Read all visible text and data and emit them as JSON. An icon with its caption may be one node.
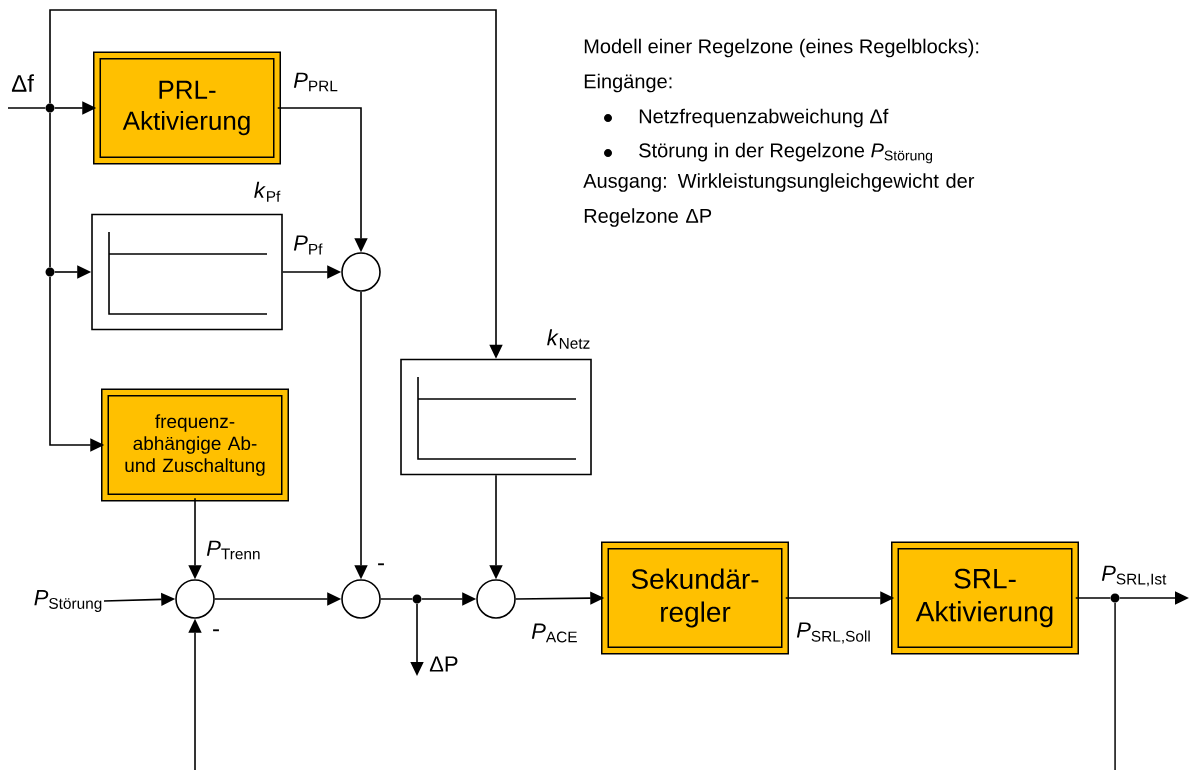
{
  "diagram": {
    "nodes": [
      {
        "text": [],
        "shape": "dot"
      },
      {
        "text": [
          "PRL- Aktivierung"
        ]
      },
      {
        "text": [],
        "shape": "box",
        "beside": [
          "*k*$_{Pf}$"
        ]
      },
      {
        "text": [],
        "shape": "dot"
      },
      {
        "text": [],
        "shape": "circle"
      },
      {
        "text": [],
        "shape": "box",
        "beside": [
          "*k*$_{Netz}$"
        ]
      },
      {
        "text": [
          "frequenz- abhängige Ab- und Zuschaltung"
        ]
      },
      {
        "text": [
          "*P*$_{Störung}$"
        ]
      },
      {
        "text": [],
        "shape": "circle"
      },
      {
        "text": [],
        "shape": "circle"
      },
      {
        "text": [],
        "shape": "dot"
      },
      {
        "text": [],
        "shape": "circle"
      },
      {
        "text": [
          "Sekundär- regler"
        ]
      },
      {
        "text": [
          "SRL- Aktivierung"
        ]
      },
      {
        "text": [],
        "shape": "dot"
      }
    ],
    "edges": [
      {
        "from": null,
        "to": 0,
        "arrow": "none",
        "label": "Δf"
      },
      {
        "from": 0,
        "to": 1,
        "arrow": "to"
      },
      {
        "from": 0,
        "to": 3,
        "arrow": "none"
      },
      {
        "from": 3,
        "to": 2,
        "arrow": "to"
      },
      {
        "from": 1,
        "to": 4,
        "arrow": "to",
        "label": "*P*$_{PRL}$"
      },
      {
        "from": 2,
        "to": 4,
        "arrow": "to",
        "label": "*P*$_{Pf}$"
      },
      {
        "from": 3,
        "to": 6,
        "arrow": "to"
      },
      {
        "from": 0,
        "to": 5,
        "arrow": "to"
      },
      {
        "from": 6,
        "to": 8,
        "arrow": "to",
        "label": "*P*$_{Trenn}$"
      },
      {
        "from": 7,
        "to": 8,
        "arrow": "to"
      },
      {
        "from": 8,
        "to": 9,
        "arrow": "to"
      },
      {
        "from": 4,
        "to": 9,
        "arrow": "to",
        "label": "-"
      },
      {
        "from": 9,
        "to": 10,
        "arrow": "none"
      },
      {
        "from": 10,
        "to": 11,
        "arrow": "to"
      },
      {
        "from": 10,
        "to": null,
        "arrow": "to",
        "label": "ΔP"
      },
      {
        "from": 5,
        "to": 11,
        "arrow": "to"
      },
      {
        "from": 11,
        "to": 12,
        "arrow": "to",
        "label": "*P*$_{ACE}$"
      },
      {
        "from": 12,
        "to": 13,
        "arrow": "to",
        "label": "*P*$_{SRL,Soll}$"
      },
      {
        "from": 13,
        "to": 14,
        "arrow": "none",
        "label": "*P*$_{SRL,Ist}$"
      },
      {
        "from": 14,
        "to": null,
        "arrow": "to"
      },
      {
        "from": 14,
        "to": null,
        "arrow": "none"
      },
      {
        "from": null,
        "to": 8,
        "arrow": "to",
        "label": "-"
      }
    ],
    "labels": [
      "Modell einer Regelzone (eines Regelblocks):",
      "Eingänge:",
      "Netzfrequenzabweichung Δf",
      "Störung in der Regelzone *P*$_{Störung}$",
      "Ausgang: Wirkleistungsungleichgewicht der Regelzone ΔP"
    ]
  }
}
